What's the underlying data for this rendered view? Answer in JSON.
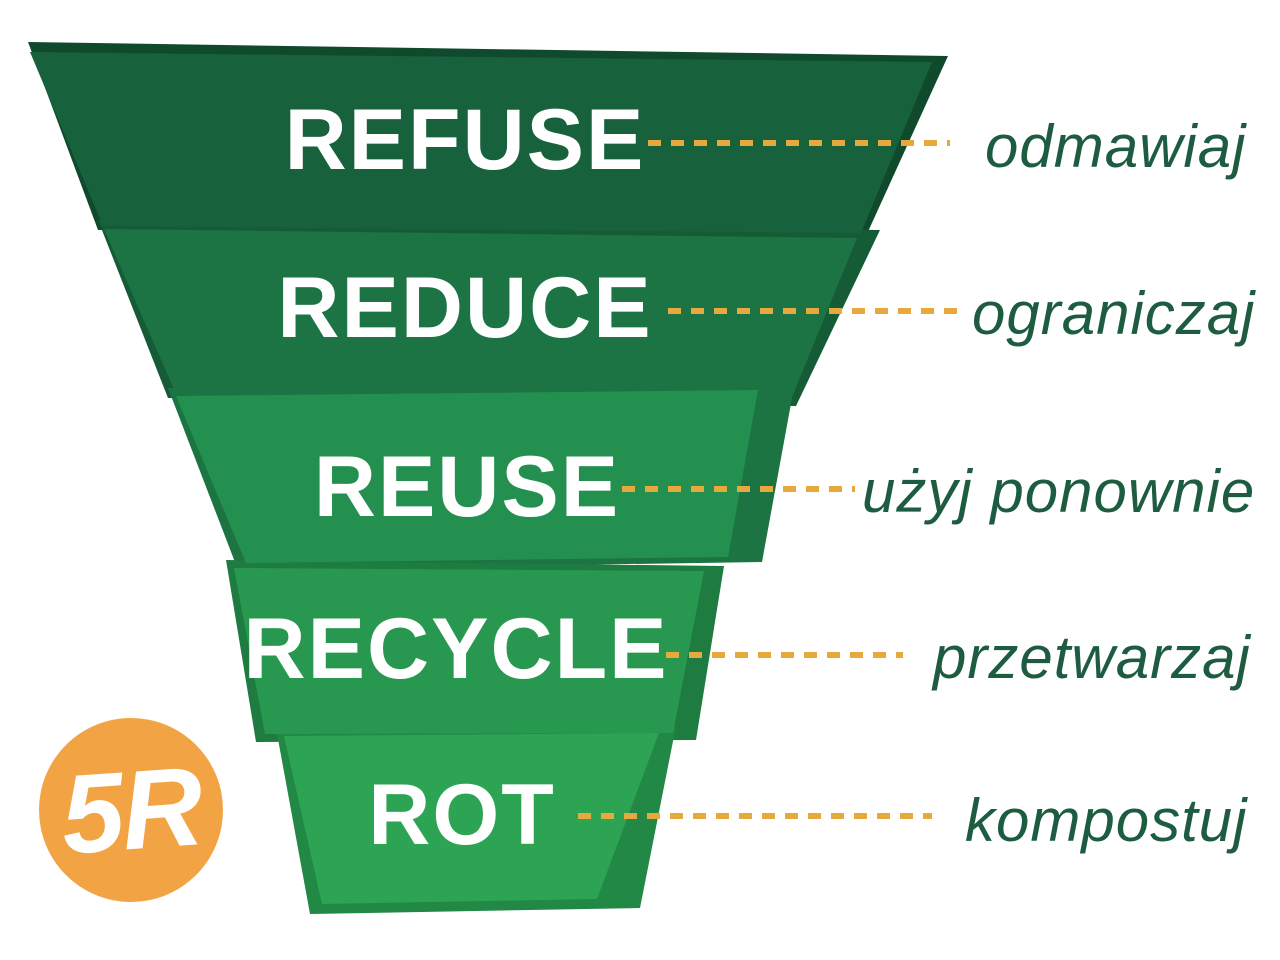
{
  "diagram": {
    "badge_label": "5R",
    "levels": [
      {
        "name": "REFUSE",
        "translation": "odmawiaj"
      },
      {
        "name": "REDUCE",
        "translation": "ograniczaj"
      },
      {
        "name": "REUSE",
        "translation": "użyj ponownie"
      },
      {
        "name": "RECYCLE",
        "translation": "przetwarzaj"
      },
      {
        "name": "ROT",
        "translation": "kompostuj"
      }
    ]
  },
  "colors": {
    "background": "#FFFFFF",
    "band_text": "#FFFFFF",
    "label_text": "#1D5C41",
    "dash": "#E7A93E",
    "badge": "#F2A444",
    "fronts": [
      "#17613C",
      "#1C7344",
      "#24904F",
      "#289850",
      "#2CA453"
    ],
    "backs": [
      "#0F4A2D",
      "#155C36",
      "#1B7441",
      "#1E7C41",
      "#218845"
    ]
  }
}
